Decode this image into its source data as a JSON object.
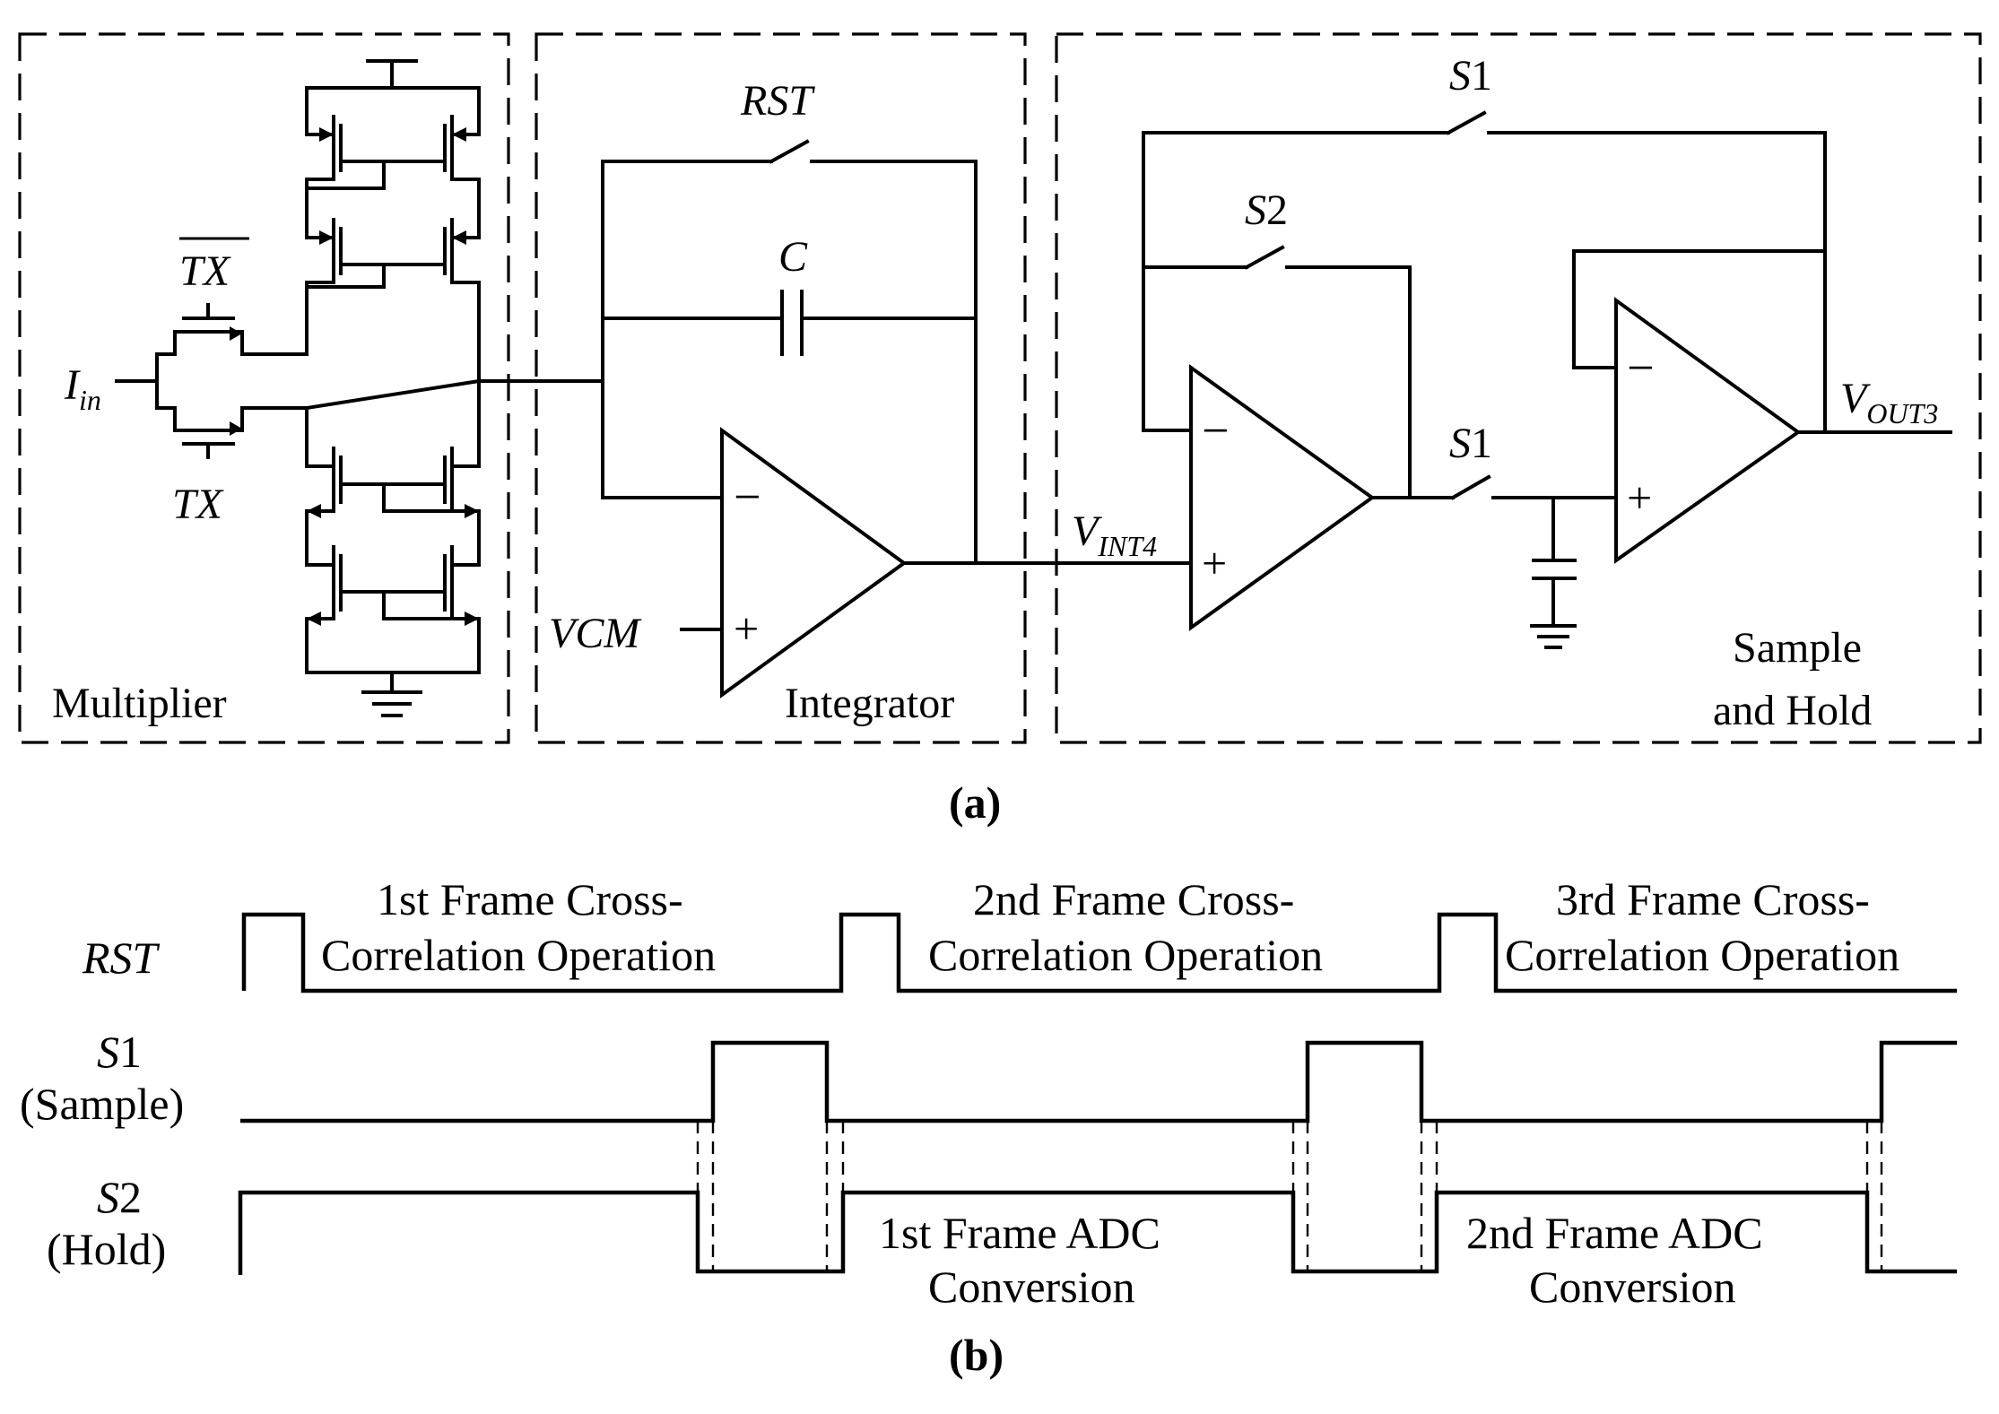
{
  "blocks": {
    "multiplier": "Multiplier",
    "integrator": "Integrator",
    "sample_hold_line1": "Sample",
    "sample_hold_line2": "and Hold"
  },
  "signals": {
    "iin_main": "I",
    "iin_sub": "in",
    "tx": "TX",
    "tx_bar": "TX",
    "rst": "RST",
    "cap": "C",
    "vcm": "VCM",
    "vint_main": "V",
    "vint_sub": "INT4",
    "vout_main": "V",
    "vout_sub": "OUT3",
    "s1_italic": "S",
    "s1_num": "1",
    "s2_italic": "S",
    "s2_num": "2",
    "minus": "−",
    "plus": "+"
  },
  "captions": {
    "a": "(a)",
    "b": "(b)"
  },
  "timing": {
    "rst_label": "RST",
    "s1_label_italic": "S",
    "s1_label_num": "1",
    "s1_sub": "(Sample)",
    "s2_label_italic": "S",
    "s2_label_num": "2",
    "s2_sub": "(Hold)",
    "phases": [
      {
        "line1": "1st Frame Cross-",
        "line2": "Correlation Operation"
      },
      {
        "line1": "2nd Frame Cross-",
        "line2": "Correlation Operation"
      },
      {
        "line1": "3rd Frame Cross-",
        "line2": "Correlation Operation"
      }
    ],
    "adc": [
      {
        "line1": "1st Frame ADC",
        "line2": "Conversion"
      },
      {
        "line1": "2nd Frame ADC",
        "line2": "Conversion"
      }
    ]
  }
}
